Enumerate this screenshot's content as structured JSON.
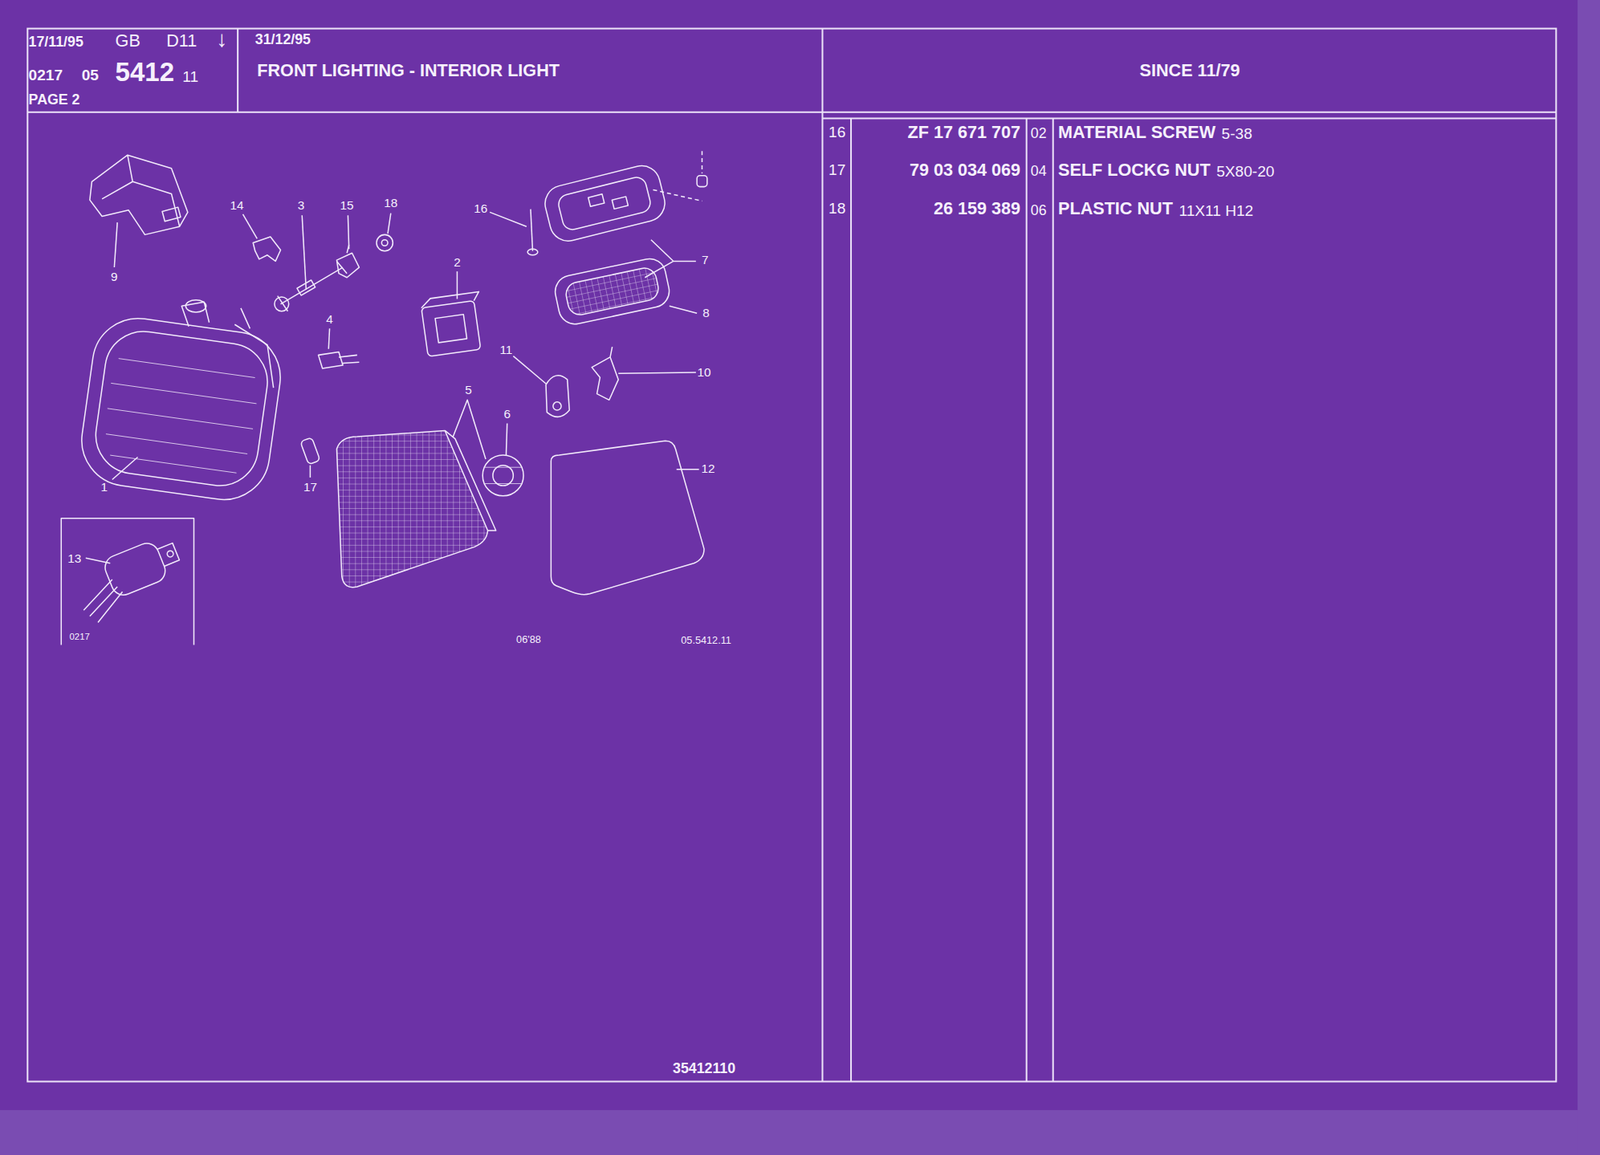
{
  "diagram": {
    "title": "FRONT LIGHTING - INTERIOR LIGHT",
    "labels": [
      "17/11/95",
      "GB",
      "D11",
      "↓",
      "0217",
      "05",
      "5412",
      "11",
      "PAGE 2",
      "31/12/95",
      "SINCE 11/79",
      "16",
      "ZF 17 671 707",
      "02",
      "MATERIAL SCREW",
      "5-38",
      "17",
      "79 03 034 069",
      "04",
      "SELF LOCKG NUT",
      "5X80-20",
      "18",
      "26 159 389",
      "06",
      "PLASTIC NUT",
      "11X11 H12",
      "9",
      "14",
      "3",
      "15",
      "18",
      "16",
      "2",
      "7",
      "8",
      "4",
      "11",
      "10",
      "1",
      "17",
      "5",
      "6",
      "12",
      "13",
      "0217",
      "06'88",
      "05.5412.11",
      "35412110"
    ]
  }
}
